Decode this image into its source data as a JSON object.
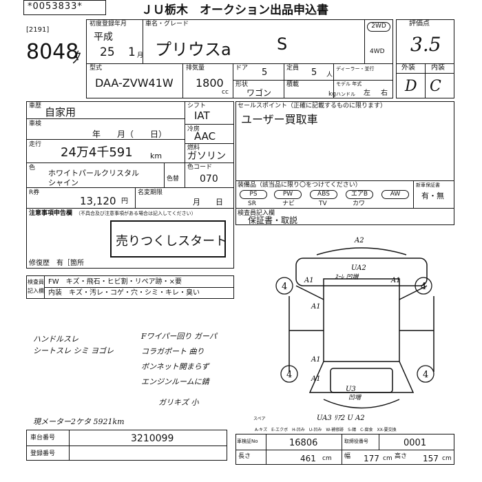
{
  "header": {
    "serial": "*0053833*",
    "title": "ＪＵ栃木　オークション出品申込書"
  },
  "left_top": {
    "code": "[2191]",
    "lot_number": "8048",
    "lot_mark": "ﾀ"
  },
  "reg": {
    "label": "初度登録年月",
    "era": "平成",
    "year": "25",
    "month": "1",
    "month_unit": "月"
  },
  "car": {
    "name_label": "車名・グレード",
    "name": "プリウスa",
    "grade": "S",
    "drive_2wd": "2WD",
    "drive_4wd": "4WD",
    "model_label": "型式",
    "model": "DAA-ZVW41W",
    "cc_label": "排気量",
    "cc": "1800",
    "cc_unit": "cc",
    "doors_label": "ドア",
    "doors": "5",
    "seats_label": "定員",
    "seats": "5",
    "seats_unit": "人",
    "body_label": "形状",
    "body": "ワゴン",
    "load_label": "積載",
    "load_unit": "kg",
    "dealer_label": "ディーラー・並行",
    "model_year_label": "モデル 年式",
    "handle_label": "ハンドル",
    "handle_left": "左",
    "handle_right": "右"
  },
  "grade_box": {
    "label": "評価点",
    "value": "3.5",
    "exterior_label": "外装",
    "interior_label": "内装",
    "exterior": "D",
    "interior": "C"
  },
  "usage": {
    "label": "車歴",
    "value": "自家用"
  },
  "inspection": {
    "label": "車検",
    "value": "年　　月（　　日）"
  },
  "mileage": {
    "label": "走行",
    "value": "24万4千591",
    "unit": "km"
  },
  "color": {
    "label": "色",
    "value1": "ホワイトパールクリスタル",
    "value2": "シャイン",
    "change_label": "色替",
    "code_label": "色コード",
    "code": "070"
  },
  "recycle": {
    "label": "R券",
    "value": "13,120",
    "unit": "円",
    "meigi_label": "名変期限",
    "meigi_value": "月　　日"
  },
  "shift": {
    "label": "シフト",
    "value": "IAT"
  },
  "aircon": {
    "label": "冷房",
    "value": "AAC"
  },
  "fuel": {
    "label": "燃料",
    "value": "ガソリン"
  },
  "sales_point": {
    "label": "セールスポイント（正確に記載するものに限ります）",
    "value": "ユーザー買取車"
  },
  "equipment": {
    "label": "装備品（該当品に限り〇をつけてください）",
    "items_row1": [
      "PS",
      "PW",
      "ABS",
      "エアB",
      "AW"
    ],
    "items_row2": [
      "SR",
      "ナビ",
      "TV",
      "カワ"
    ],
    "nav_label": "新車保証書",
    "nav_value": "有・無"
  },
  "notes": {
    "label": "注意事項申告欄",
    "sub": "（不具合及び注意事項がある場合は記入してください）",
    "stamp": "売りつくしスタート",
    "repair_label": "修復歴",
    "repair_value": "有［箇所"
  },
  "extra": {
    "label": "検査員記入欄",
    "value": "保証書・取説"
  },
  "inspector": {
    "label1": "検査員",
    "label2": "記入欄",
    "row1": "FW　キズ・飛石・ヒビ割・リペア跡・×要",
    "row2": "内装　キズ・汚レ・コゲ・穴・シミ・キレ・臭い"
  },
  "diagram": {
    "top_note": "A2",
    "roof_note1": "UA2",
    "roof_note2": "ｽｰﾚ 凹増",
    "left_a1_1": "A1",
    "left_a1_2": "A1",
    "right_a1_1": "A1",
    "left_a1_3": "A1",
    "left_a1_4": "A1",
    "rear_note1": "U3",
    "rear_note2": "凹増",
    "bottom_note": "UA3 ﾘｱ2 U A2",
    "tyre": "4",
    "spare": "スペア"
  },
  "handwritten": {
    "left1": "ハンドルスレ",
    "left2": "シートスレ シミ ヨゴレ",
    "right1": "Fワイパー回り ガーパ",
    "right2": "コラガポート 曲り",
    "right3": "ボンネット開まらず",
    "right4": "エンジンルームに錆",
    "right5": "ガリキズ 小",
    "bottom": "現メーター2ケタ 5921km"
  },
  "legend": "A-キズ　E-エクボ　H-凹み　U-凹み　W-補修跡　S-錆　C-腐食　XX-要交換",
  "bottom": {
    "chassis_label": "車台番号",
    "chassis": "3210099",
    "reg_label": "登録番号",
    "certificate_label": "車検証No",
    "certificate": "16806",
    "entry_label": "取締役番号",
    "entry": "0001",
    "length_label": "長さ",
    "length": "461",
    "length_unit": "cm",
    "width_label": "幅",
    "width": "177",
    "width_unit": "cm",
    "height_label": "高さ",
    "height": "157",
    "height_unit": "cm"
  }
}
